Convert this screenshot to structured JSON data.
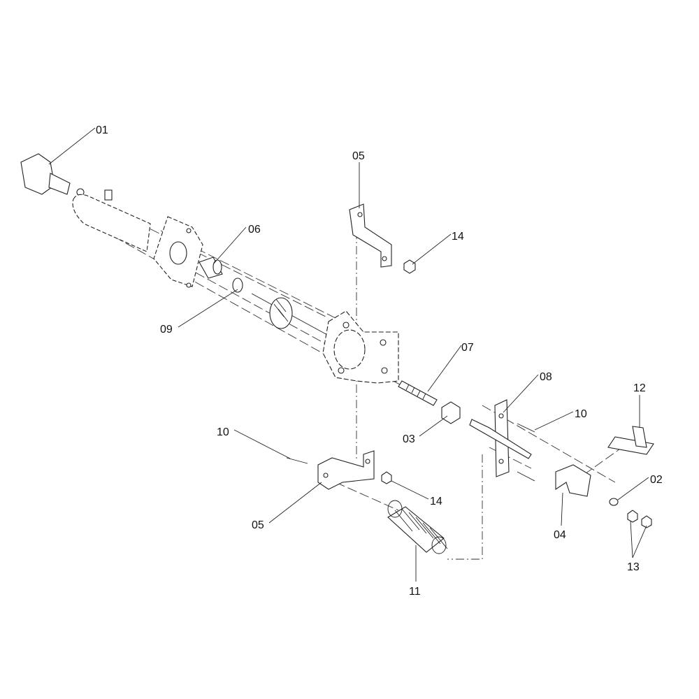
{
  "diagram": {
    "type": "exploded parts diagram",
    "callouts": [
      "01",
      "05",
      "06",
      "14",
      "09",
      "07",
      "08",
      "12",
      "10",
      "03",
      "10",
      "02",
      "14",
      "05",
      "04",
      "13",
      "11"
    ]
  }
}
